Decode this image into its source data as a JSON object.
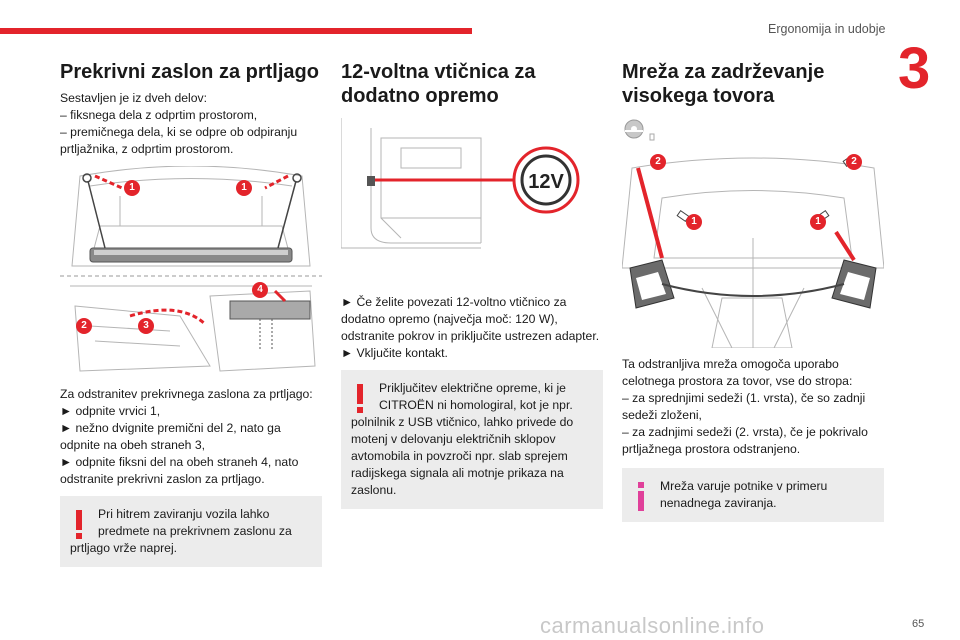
{
  "header": {
    "title": "Ergonomija in udobje",
    "chapter": "3"
  },
  "col1": {
    "title": "Prekrivni zaslon za prtljago",
    "intro": [
      "Sestavljen je iz dveh delov:",
      "– fiksnega dela z odprtim prostorom,",
      "– premičnega dela, ki se odpre ob odpiranju",
      "prtljažnika, z odprtim prostorom."
    ],
    "callouts": [
      "1",
      "1",
      "2",
      "3",
      "4"
    ],
    "steps": [
      "Za odstranitev prekrivnega zaslona za prtljago:",
      "► odpnite vrvici 1,",
      "► nežno dvignite premični del 2, nato ga",
      "odpnite na obeh straneh 3,",
      "► odpnite fiksni del na obeh straneh 4, nato",
      "odstranite prekrivni zaslon za prtljago."
    ],
    "note": [
      "Pri hitrem zaviranju vozila lahko",
      "predmete na prekrivnem zaslonu za",
      "prtljago vrže naprej."
    ]
  },
  "col2": {
    "title_lines": [
      "12-voltna vtičnica za",
      "dodatno opremo"
    ],
    "socket_label": "12V",
    "steps": [
      "► Če želite povezati 12-voltno vtičnico za",
      "dodatno opremo (največja moč: 120 W),",
      "odstranite pokrov in priključite ustrezen adapter.",
      "► Vključite kontakt."
    ],
    "note": [
      "Priključitev električne opreme, ki je",
      "CITROËN ni homologiral, kot je npr.",
      "polnilnik z USB vtičnico, lahko privede do",
      "motenj v delovanju električnih sklopov",
      "avtomobila in povzroči npr. slab sprejem",
      "radijskega signala ali motnje prikaza na",
      "zaslonu."
    ]
  },
  "col3": {
    "title_lines": [
      "Mreža za zadrževanje",
      "visokega tovora"
    ],
    "callouts": [
      "2",
      "2",
      "1",
      "1"
    ],
    "desc": [
      "Ta odstranljiva mreža omogoča uporabo",
      "celotnega prostora za tovor, vse do stropa:",
      "– za sprednjimi sedeži (1. vrsta), če so zadnji",
      "sedeži zloženi,",
      "– za zadnjimi sedeži (2. vrsta), če je pokrivalo",
      "prtljažnega prostora odstranjeno."
    ],
    "note": [
      "Mreža varuje potnike v primeru",
      "nenadnega zaviranja."
    ]
  },
  "footer": {
    "page": "65",
    "watermark": "carmanualsonline.info"
  },
  "colors": {
    "accent": "#e3242b",
    "note_bg": "#ececec",
    "info_pink": "#e0409a"
  }
}
